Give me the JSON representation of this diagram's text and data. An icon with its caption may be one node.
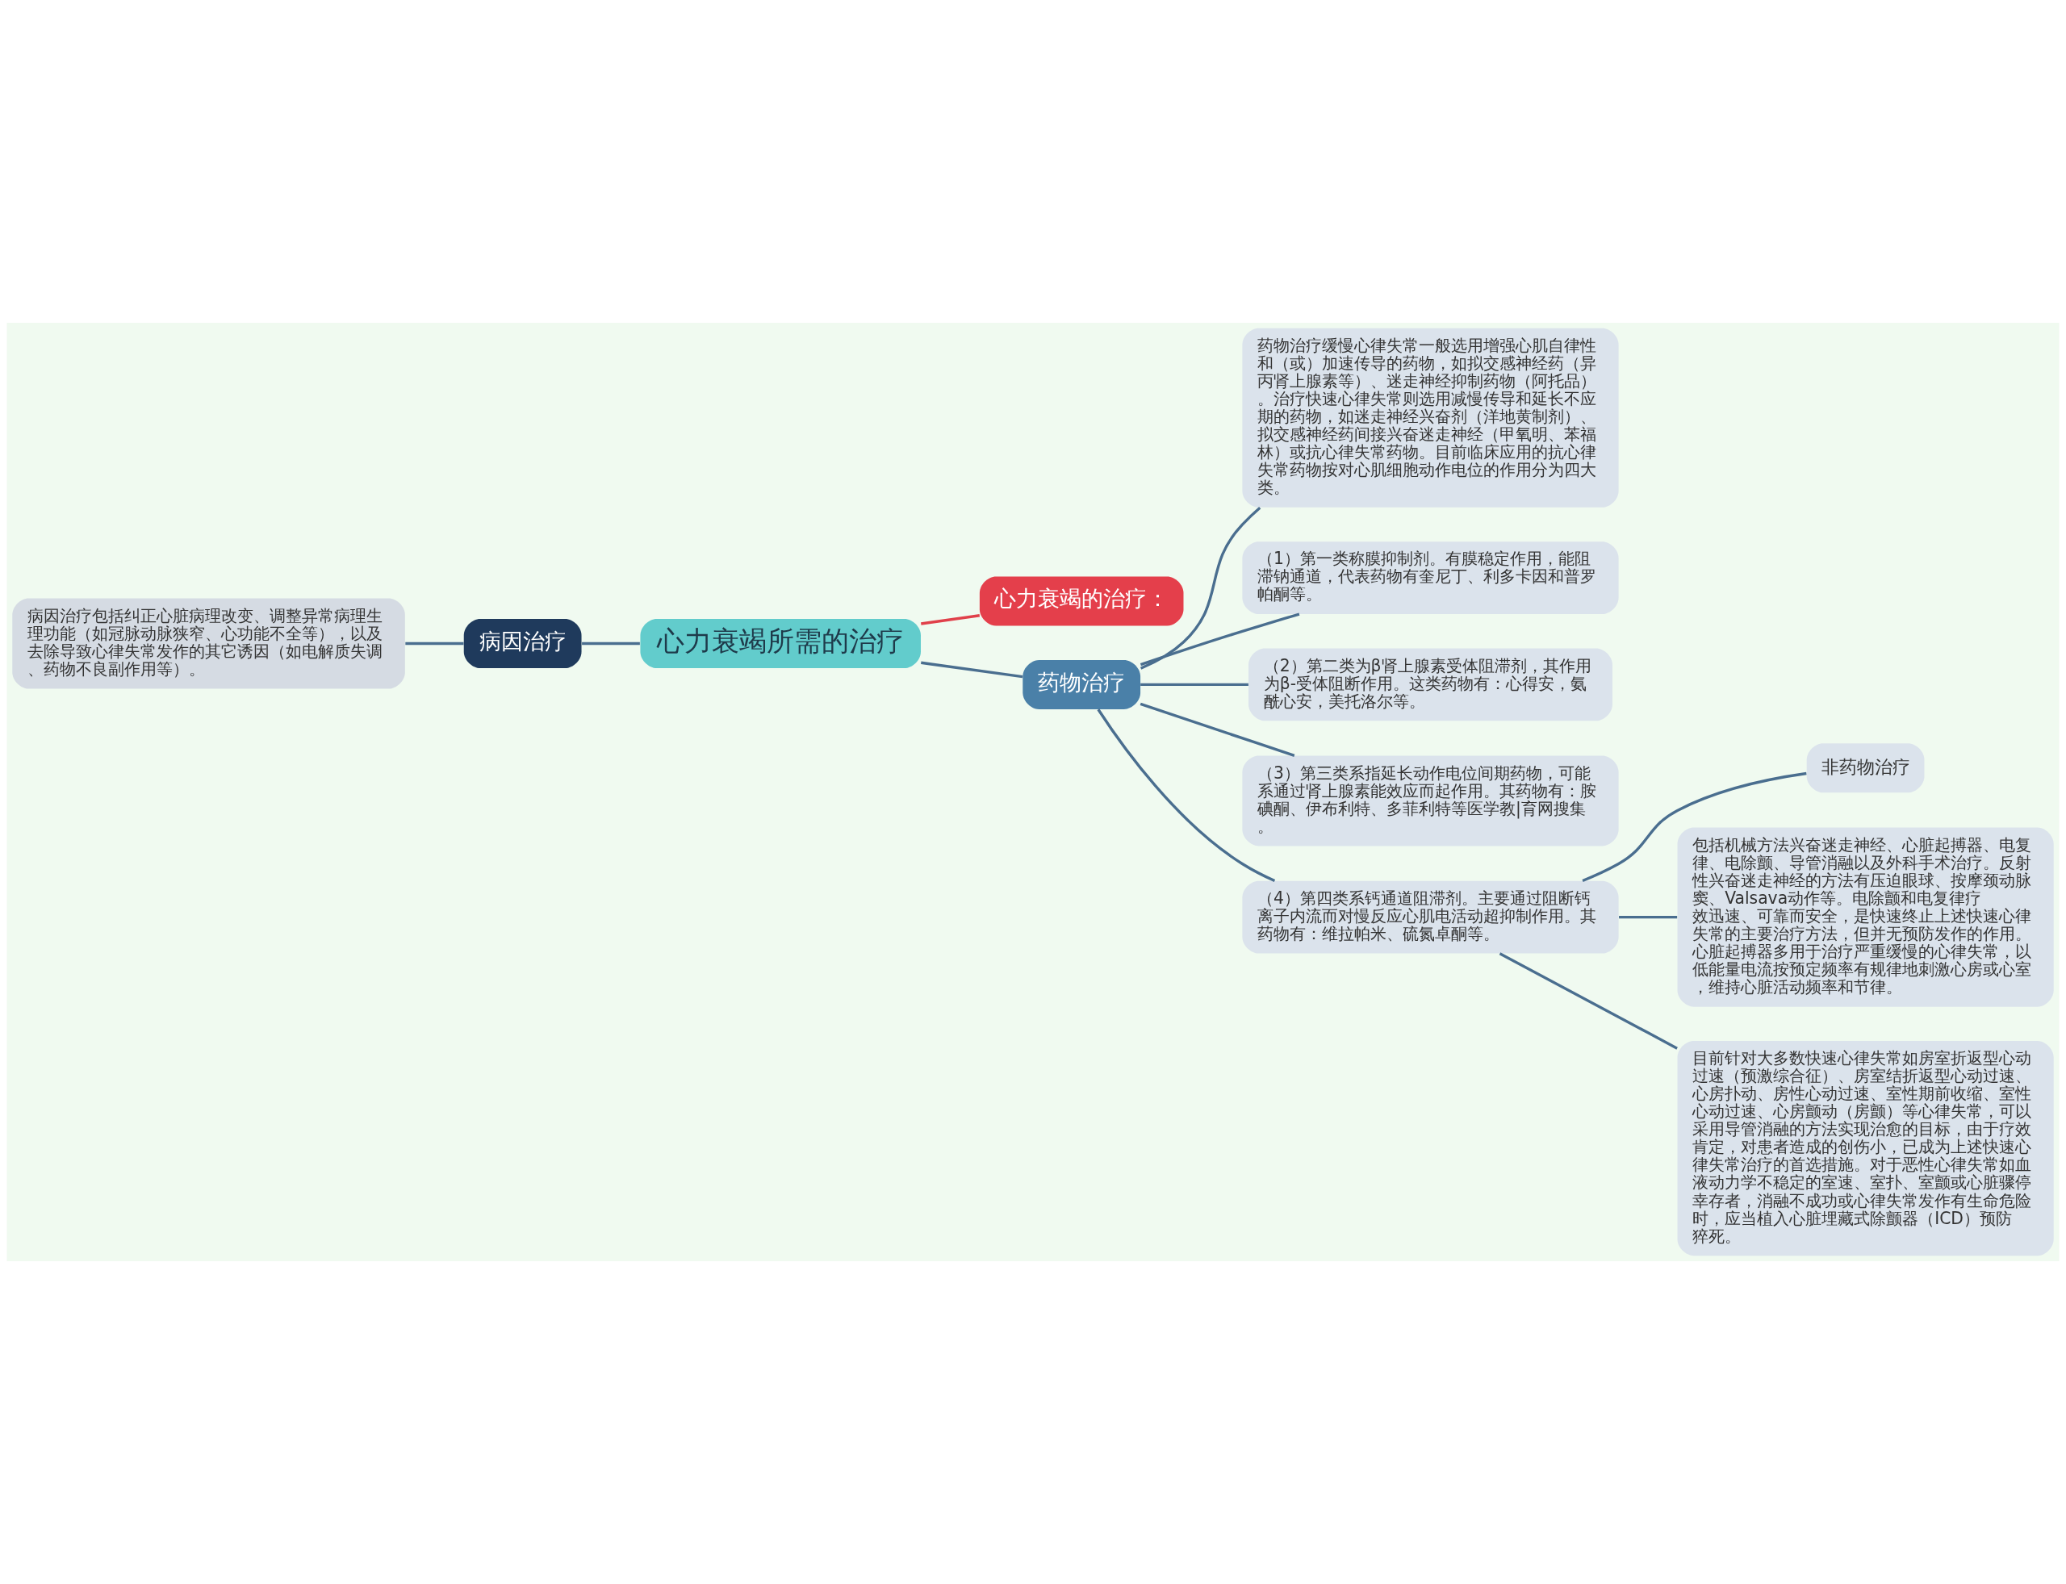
{
  "diagram": {
    "nodes": [
      {
        "text": [
          "心力衰竭所需的治疗"
        ]
      },
      {
        "text": [
          "病因治疗"
        ]
      },
      {
        "text": [
          "病因治疗包括纠正心脏病理改变、调整异常病理生理功能（如冠脉动脉狭窄、心功能不全等），以及去除导致心律失常发作的其它诱因（如电解质失调、药物不良副作用等）。"
        ]
      },
      {
        "text": [
          "心力衰竭的治疗："
        ]
      },
      {
        "text": [
          "药物治疗"
        ]
      },
      {
        "text": [
          "药物治疗缓慢心律失常一般选用增强心肌自律性和（或）加速传导的药物，如拟交感神经药（异丙肾上腺素等）、迷走神经抑制药物（阿托品）。治疗快速心律失常则选用减慢传导和延长不应期的药物，如迷走神经兴奋剂（洋地黄制剂）、拟交感神经药间接兴奋迷走神经（甲氧明、苯福林）或抗心律失常药物。目前临床应用的抗心律失常药物按对心肌细胞动作电位的作用分为四大类。"
        ]
      },
      {
        "text": [
          "（1）第一类称膜抑制剂。有膜稳定作用，能阻滞钠通道，代表药物有奎尼丁、利多卡因和普罗帕酮等。"
        ]
      },
      {
        "text": [
          "（2）第二类为β肾上腺素受体阻滞剂，其作用为β-受体阻断作用。这类药物有：心得安，氨酰心安，美托洛尔等。"
        ]
      },
      {
        "text": [
          "（3）第三类系指延长动作电位间期药物，可能系通过肾上腺素能效应而起作用。其药物有：胺碘酮、伊布利特、多菲利特等医学教|育网搜集。"
        ]
      },
      {
        "text": [
          "（4）第四类系钙通道阻滞剂。主要通过阻断钙离子内流而对慢反应心肌电活动超抑制作用。其药物有：维拉帕米、硫氮卓酮等。"
        ]
      },
      {
        "text": [
          "非药物治疗"
        ]
      },
      {
        "text": [
          "包括机械方法兴奋迷走神经、心脏起搏器、电复律、电除颤、导管消融以及外科手术治疗。反射性兴奋迷走神经的方法有压迫眼球、按摩颈动脉窦、Valsava动作等。电除颤和电复律疗效迅速、可靠而安全，是快速终止上述快速心律失常的主要治疗方法，但并无预防发作的作用。心脏起搏器多用于治疗严重缓慢的心律失常，以低能量电流按预定频率有规律地刺激心房或心室，维持心脏活动频率和节律。"
        ]
      },
      {
        "text": [
          "目前针对大多数快速心律失常如房室折返型心动过速（预激综合征）、房室结折返型心动过速、心房扑动、房性心动过速、室性期前收缩、室性心动过速、心房颤动（房颤）等心律失常，可以采用导管消融的方法实现治愈的目标，由于疗效肯定，对患者造成的创伤小，已成为上述快速心律失常治疗的首选措施。对于恶性心律失常如血液动力学不稳定的室速、室扑、室颤或心脏骤停幸存者，消融不成功或心律失常发作有生命危险时，应当植入心脏埋藏式除颤器（ICD）预防猝死。"
        ]
      }
    ],
    "edges": [
      {
        "from": 0,
        "to": 1,
        "arrow": "none"
      },
      {
        "from": 1,
        "to": 2,
        "arrow": "none"
      },
      {
        "from": 0,
        "to": 3,
        "arrow": "none",
        "color": "#e0404a"
      },
      {
        "from": 0,
        "to": 4,
        "arrow": "none"
      },
      {
        "from": 4,
        "to": 5,
        "arrow": "none"
      },
      {
        "from": 4,
        "to": 6,
        "arrow": "none"
      },
      {
        "from": 4,
        "to": 7,
        "arrow": "none"
      },
      {
        "from": 4,
        "to": 8,
        "arrow": "none"
      },
      {
        "from": 4,
        "to": 9,
        "arrow": "none"
      },
      {
        "from": 9,
        "to": 10,
        "arrow": "none"
      },
      {
        "from": 9,
        "to": 11,
        "arrow": "none"
      },
      {
        "from": 9,
        "to": 12,
        "arrow": "none"
      }
    ]
  }
}
